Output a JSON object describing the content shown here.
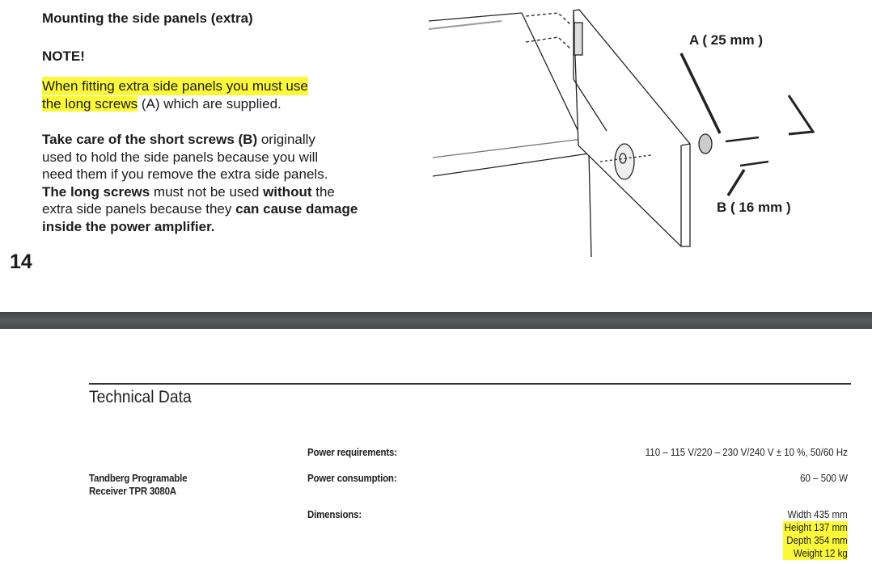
{
  "manual_page": {
    "heading": "Mounting the side panels (extra)",
    "note_label": "NOTE!",
    "warning": {
      "highlighted_1": "When fitting extra side panels you must use",
      "highlighted_2": "the long screws",
      "rest_2": " (A) which are supplied."
    },
    "paragraph": {
      "l1_bold": "Take care of the short screws (B)",
      "l1_rest": " originally",
      "l2": "used to hold the side panels because you will",
      "l3": "need them if you remove the extra side panels.",
      "l4_bold1": "The long screws",
      "l4_mid": " must not be used ",
      "l4_bold2": "without",
      "l4_rest": " the",
      "l5_start": "extra side panels because they ",
      "l5_bold": "can cause damage",
      "l6_bold": "inside the power amplifier."
    },
    "page_number": "14",
    "illustration": {
      "label_a": "A ( 25 mm )",
      "label_b": "B ( 16 mm )"
    }
  },
  "technical_data": {
    "title": "Technical Data",
    "product_line1": "Tandberg Programable",
    "product_line2": "Receiver TPR 3080A",
    "rows": [
      {
        "label": "Power requirements:",
        "values": [
          "110 – 115 V/220 – 230 V/240 V ± 10 %, 50/60 Hz"
        ]
      },
      {
        "label": "Power consumption:",
        "values": [
          "60 – 500 W"
        ]
      },
      {
        "label": "Dimensions:",
        "values": [
          "Width 435 mm",
          "Height 137 mm",
          "Depth 354 mm",
          "Weight 12 kg"
        ]
      }
    ],
    "highlight_color": "#fbf83a"
  }
}
